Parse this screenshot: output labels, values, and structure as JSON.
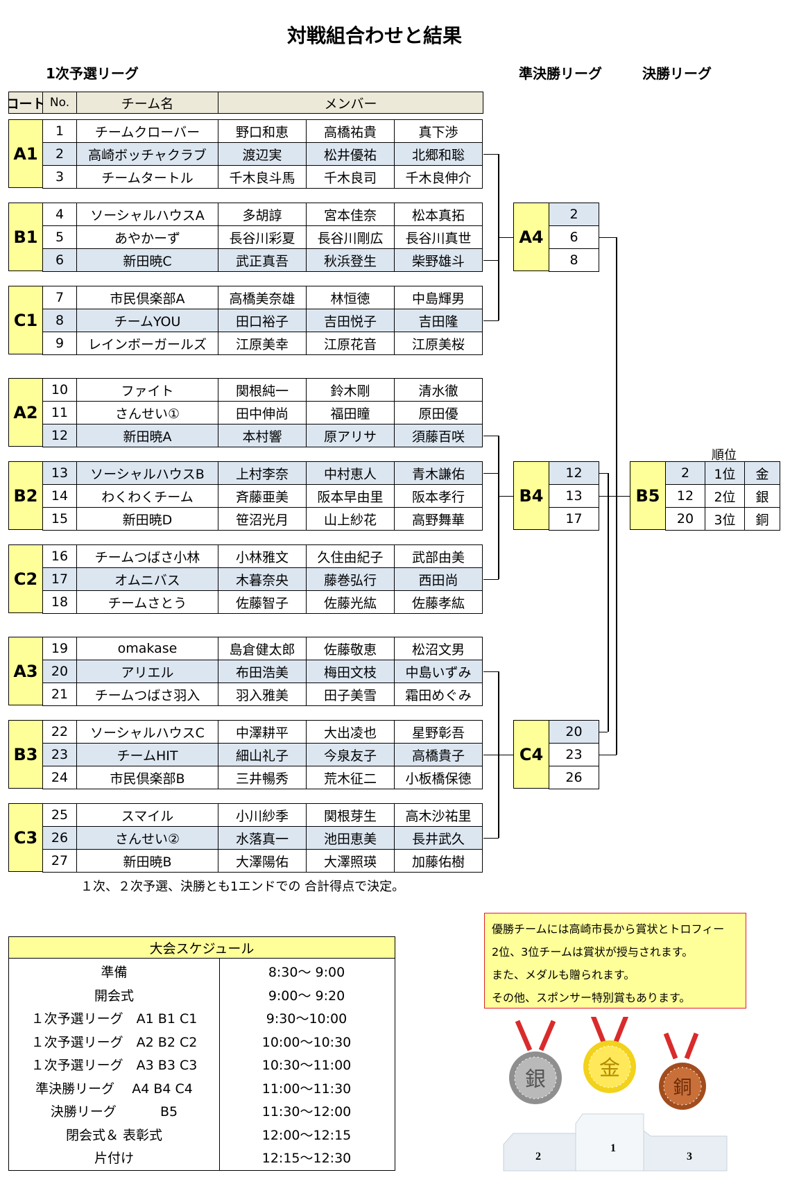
{
  "title": "対戦組合わせと結果",
  "headers": {
    "league1": "1次予選リーグ",
    "semi": "準決勝リーグ",
    "final": "決勝リーグ"
  },
  "table_header": {
    "court": "コート",
    "no": "No.",
    "team": "チーム名",
    "members": "メンバー"
  },
  "groups": [
    {
      "name": "A1",
      "rows": [
        {
          "no": "1",
          "team": "チームクローバー",
          "m": [
            "野口和恵",
            "高橋祐貴",
            "真下渉"
          ],
          "hl": false
        },
        {
          "no": "2",
          "team": "高崎ボッチャクラブ",
          "m": [
            "渡辺実",
            "松井優祐",
            "北郷和聡"
          ],
          "hl": true
        },
        {
          "no": "3",
          "team": "チームタートル",
          "m": [
            "千木良斗馬",
            "千木良司",
            "千木良伸介"
          ],
          "hl": false
        }
      ]
    },
    {
      "name": "B1",
      "rows": [
        {
          "no": "4",
          "team": "ソーシャルハウスA",
          "m": [
            "多胡諄",
            "宮本佳奈",
            "松本真拓"
          ],
          "hl": false
        },
        {
          "no": "5",
          "team": "あやかーず",
          "m": [
            "長谷川彩夏",
            "長谷川剛広",
            "長谷川真世"
          ],
          "hl": false
        },
        {
          "no": "6",
          "team": "新田暁C",
          "m": [
            "武正真吾",
            "秋浜登生",
            "柴野雄斗"
          ],
          "hl": true
        }
      ]
    },
    {
      "name": "C1",
      "rows": [
        {
          "no": "7",
          "team": "市民倶楽部A",
          "m": [
            "高橋美奈雄",
            "林恒徳",
            "中島輝男"
          ],
          "hl": false
        },
        {
          "no": "8",
          "team": "チームYOU",
          "m": [
            "田口裕子",
            "吉田悦子",
            "吉田隆"
          ],
          "hl": true
        },
        {
          "no": "9",
          "team": "レインボーガールズ",
          "m": [
            "江原美幸",
            "江原花音",
            "江原美桜"
          ],
          "hl": false
        }
      ]
    },
    {
      "name": "A2",
      "rows": [
        {
          "no": "10",
          "team": "ファイト",
          "m": [
            "関根純一",
            "鈴木剛",
            "清水徹"
          ],
          "hl": false
        },
        {
          "no": "11",
          "team": "さんせい①",
          "m": [
            "田中伸尚",
            "福田瞳",
            "原田優"
          ],
          "hl": false
        },
        {
          "no": "12",
          "team": "新田暁A",
          "m": [
            "本村響",
            "原アリサ",
            "須藤百咲"
          ],
          "hl": true
        }
      ]
    },
    {
      "name": "B2",
      "rows": [
        {
          "no": "13",
          "team": "ソーシャルハウスB",
          "m": [
            "上村李奈",
            "中村恵人",
            "青木謙佑"
          ],
          "hl": true
        },
        {
          "no": "14",
          "team": "わくわくチーム",
          "m": [
            "斉藤亜美",
            "阪本早由里",
            "阪本孝行"
          ],
          "hl": false
        },
        {
          "no": "15",
          "team": "新田暁D",
          "m": [
            "笹沼光月",
            "山上紗花",
            "高野舞華"
          ],
          "hl": false
        }
      ]
    },
    {
      "name": "C2",
      "rows": [
        {
          "no": "16",
          "team": "チームつばさ小林",
          "m": [
            "小林雅文",
            "久住由紀子",
            "武部由美"
          ],
          "hl": false
        },
        {
          "no": "17",
          "team": "オムニバス",
          "m": [
            "木暮奈央",
            "藤巻弘行",
            "西田尚"
          ],
          "hl": true
        },
        {
          "no": "18",
          "team": "チームさとう",
          "m": [
            "佐藤智子",
            "佐藤光紘",
            "佐藤孝紘"
          ],
          "hl": false
        }
      ]
    },
    {
      "name": "A3",
      "rows": [
        {
          "no": "19",
          "team": "omakase",
          "m": [
            "島倉健太郎",
            "佐藤敬恵",
            "松沼文男"
          ],
          "hl": false
        },
        {
          "no": "20",
          "team": "アリエル",
          "m": [
            "布田浩美",
            "梅田文枝",
            "中島いずみ"
          ],
          "hl": true
        },
        {
          "no": "21",
          "team": "チームつばさ羽入",
          "m": [
            "羽入雅美",
            "田子美雪",
            "霜田めぐみ"
          ],
          "hl": false
        }
      ]
    },
    {
      "name": "B3",
      "rows": [
        {
          "no": "22",
          "team": "ソーシャルハウスC",
          "m": [
            "中澤耕平",
            "大出凌也",
            "星野彰吾"
          ],
          "hl": false
        },
        {
          "no": "23",
          "team": "チームHIT",
          "m": [
            "細山礼子",
            "今泉友子",
            "高橋貴子"
          ],
          "hl": true
        },
        {
          "no": "24",
          "team": "市民倶楽部B",
          "m": [
            "三井暢秀",
            "荒木征二",
            "小板橋保徳"
          ],
          "hl": false
        }
      ]
    },
    {
      "name": "C3",
      "rows": [
        {
          "no": "25",
          "team": "スマイル",
          "m": [
            "小川紗季",
            "関根芽生",
            "高木沙祐里"
          ],
          "hl": false
        },
        {
          "no": "26",
          "team": "さんせい②",
          "m": [
            "水落真一",
            "池田恵美",
            "長井武久"
          ],
          "hl": true
        },
        {
          "no": "27",
          "team": "新田暁B",
          "m": [
            "大澤陽佑",
            "大澤照瑛",
            "加藤佑樹"
          ],
          "hl": false
        }
      ]
    }
  ],
  "semis": [
    {
      "name": "A4",
      "nos": [
        "2",
        "6",
        "8"
      ],
      "hl": 0
    },
    {
      "name": "B4",
      "nos": [
        "12",
        "13",
        "17"
      ],
      "hl": 0
    },
    {
      "name": "C4",
      "nos": [
        "20",
        "23",
        "26"
      ],
      "hl": 0
    }
  ],
  "final": {
    "name": "B5",
    "ranking_label": "順位",
    "rows": [
      {
        "no": "2",
        "rank": "1位",
        "medal": "金"
      },
      {
        "no": "12",
        "rank": "2位",
        "medal": "銀"
      },
      {
        "no": "20",
        "rank": "3位",
        "medal": "銅"
      }
    ]
  },
  "footnote": "１次、２次予選、決勝とも1エンドでの 合計得点で決定。",
  "schedule": {
    "title": "大会スケジュール",
    "rows": [
      {
        "label": "準備",
        "time": "8:30～ 9:00"
      },
      {
        "label": "開会式",
        "time": "9:00～ 9:20"
      },
      {
        "label": "１次予選リーグ　A1 B1 C1",
        "time": "9:30～10:00"
      },
      {
        "label": "１次予選リーグ　A2 B2 C2",
        "time": "10:00～10:30"
      },
      {
        "label": "１次予選リーグ　A3 B3 C3",
        "time": "10:30～11:00"
      },
      {
        "label": "準決勝リーグ　 A4 B4 C4",
        "time": "11:00～11:30"
      },
      {
        "label": "決勝リーグ　　　 B5",
        "time": "11:30～12:00"
      },
      {
        "label": "閉会式＆ 表彰式",
        "time": "12:00～12:15"
      },
      {
        "label": "片付け",
        "time": "12:15～12:30"
      }
    ]
  },
  "notice": [
    "優勝チームには高崎市長から賞状とトロフィー",
    "2位、3位チームは賞状が授与されます。",
    "また、メダルも贈られます。",
    "その他、スポンサー特別賞もあります。"
  ],
  "medals": {
    "gold": "金",
    "silver": "銀",
    "bronze": "銅"
  },
  "podium": {
    "first": "1",
    "second": "2",
    "third": "3"
  },
  "colors": {
    "yellow": "#ffff99",
    "highlight": "#dce6f1",
    "notice_border": "#e02020"
  }
}
